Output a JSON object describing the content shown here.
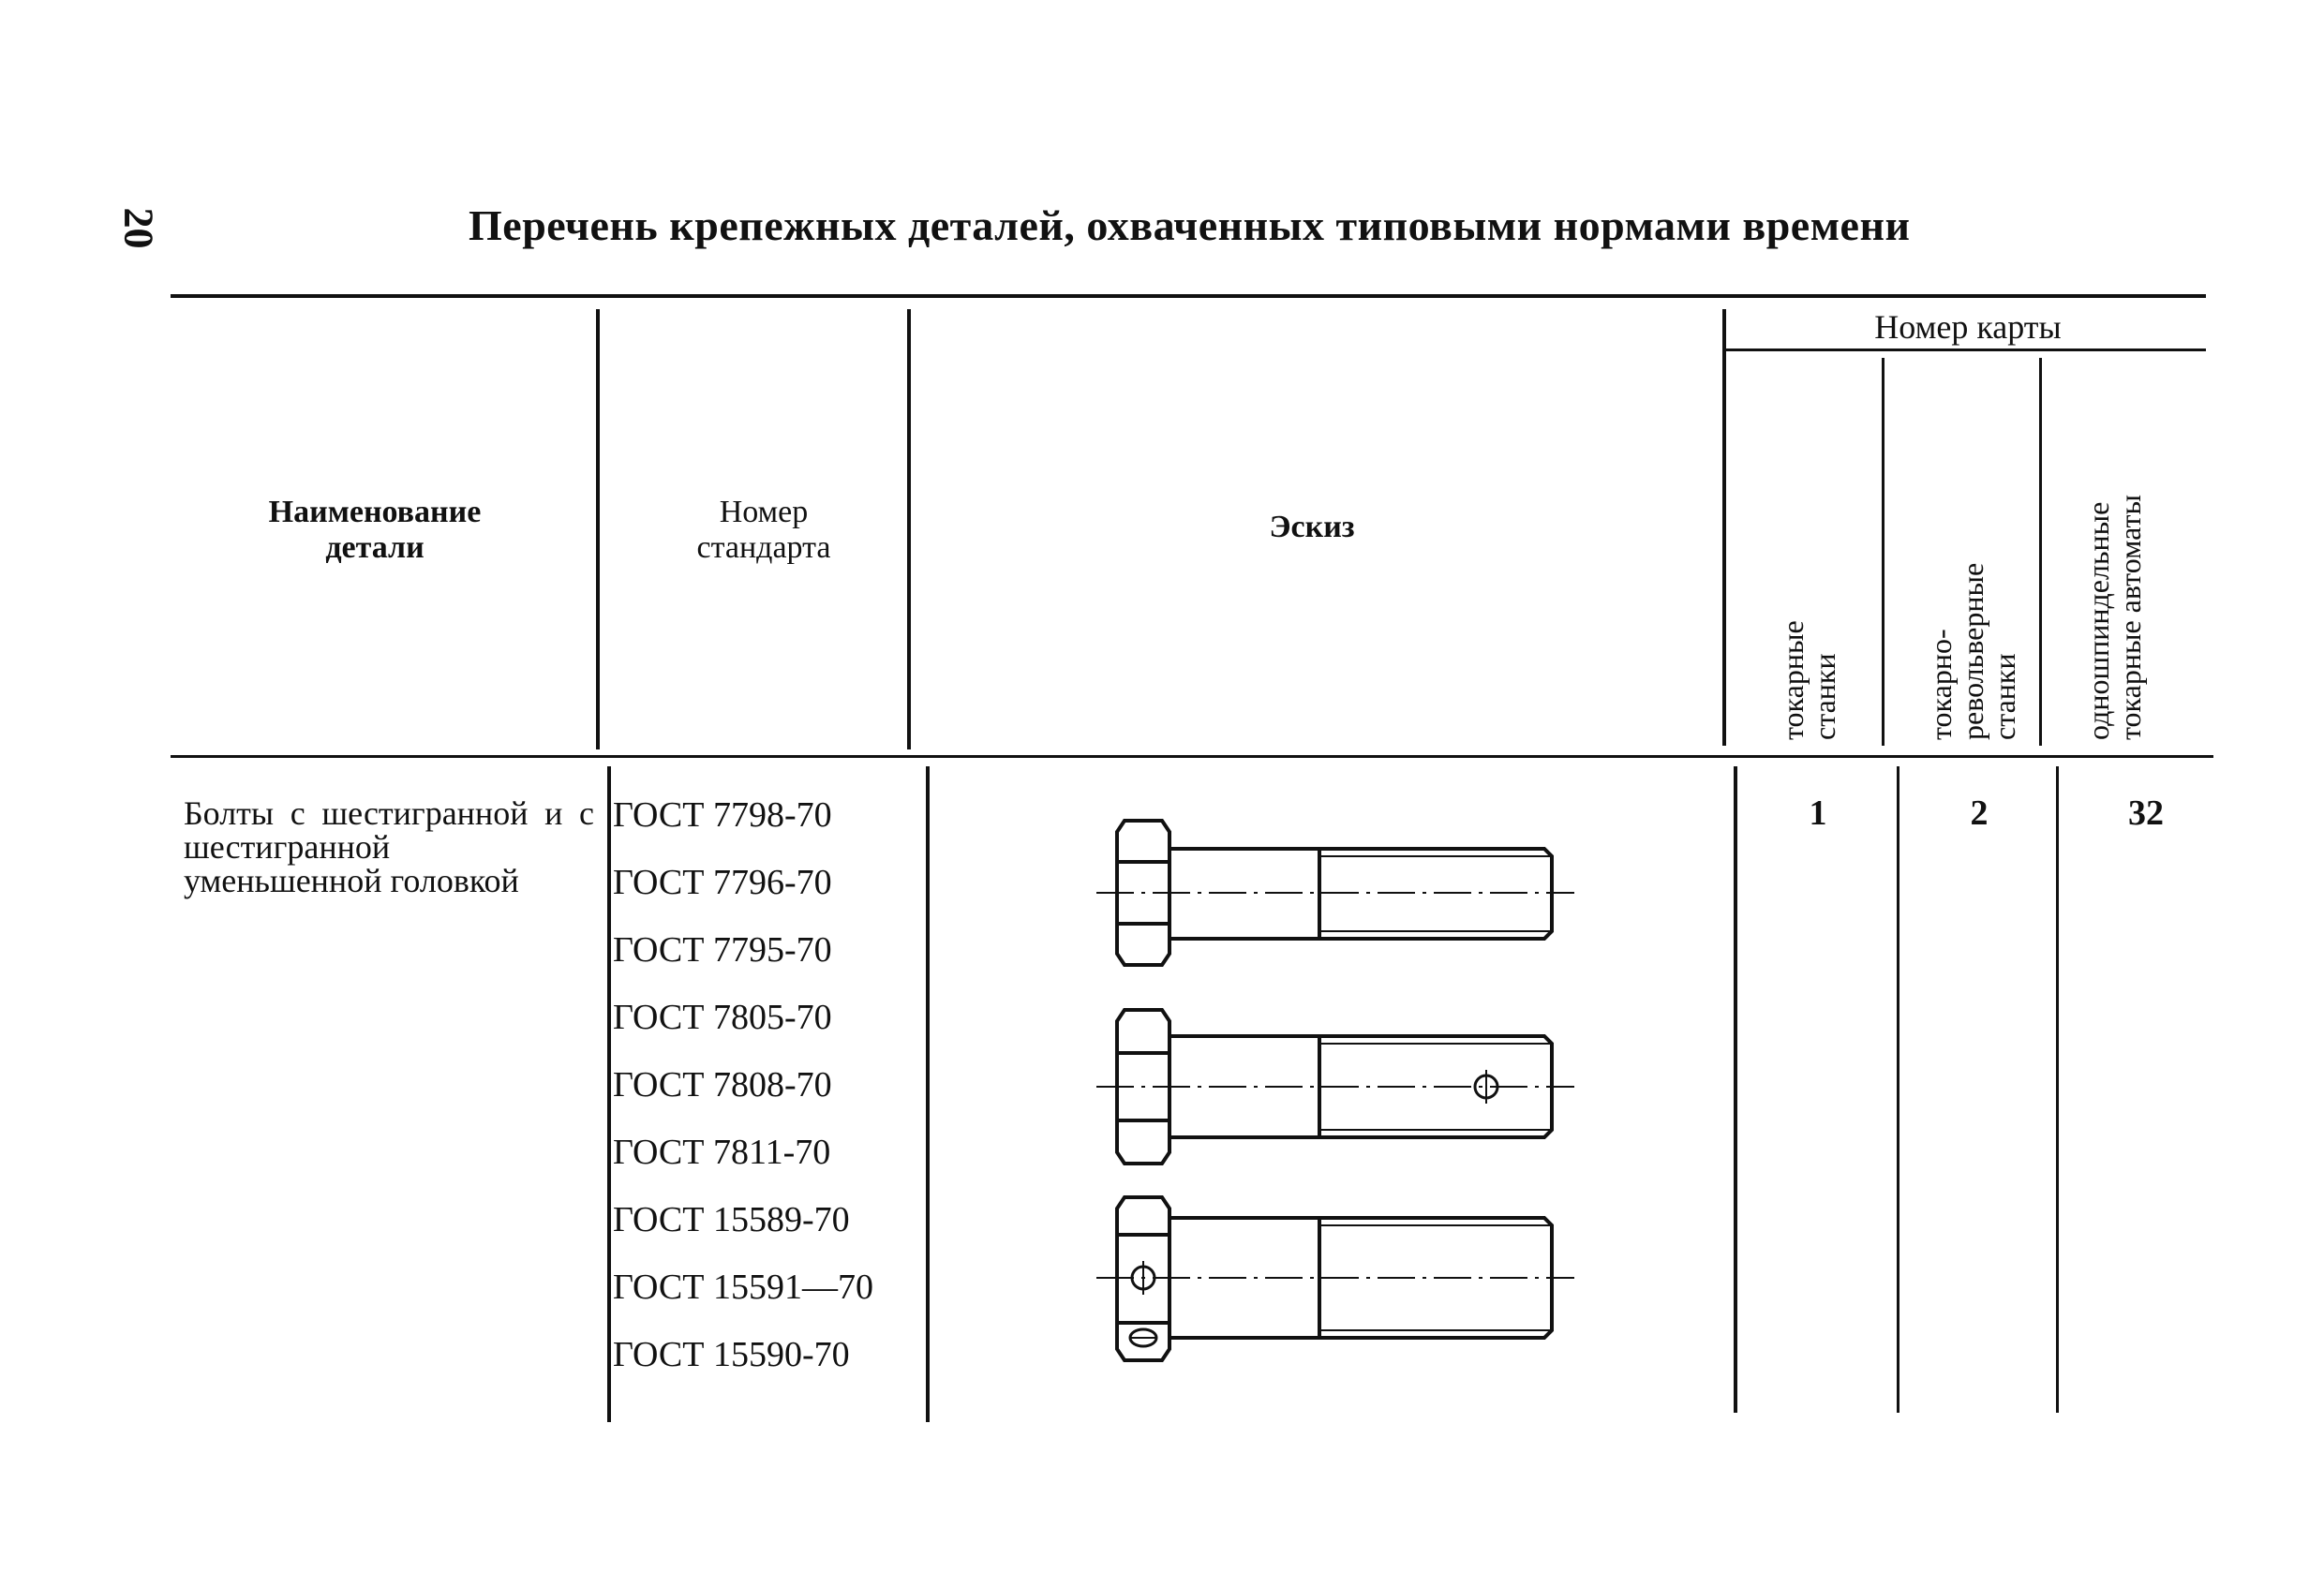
{
  "page_number": "20",
  "title": "Перечень крепежных деталей, охваченных типовыми нормами времени",
  "table": {
    "headers": {
      "part_name": "Наименование детали",
      "standard_number": "Номер стандарта",
      "sketch": "Эскиз",
      "card_number": "Номер карты",
      "card_columns": [
        "токарные станки",
        "токарно-револьверные станки",
        "одношпиндельные токарные автоматы"
      ]
    },
    "rows": [
      {
        "part_name": "Болты с шестигранной и с шестигранной уменьшенной головкой",
        "standards": [
          "ГОСТ 7798-70",
          "ГОСТ 7796-70",
          "ГОСТ 7795-70",
          "ГОСТ 7805-70",
          "ГОСТ 7808-70",
          "ГОСТ 7811-70",
          "ГОСТ 15589-70",
          "ГОСТ 15591—70",
          "ГОСТ 15590-70"
        ],
        "cards": [
          "1",
          "2",
          "32"
        ]
      }
    ]
  }
}
